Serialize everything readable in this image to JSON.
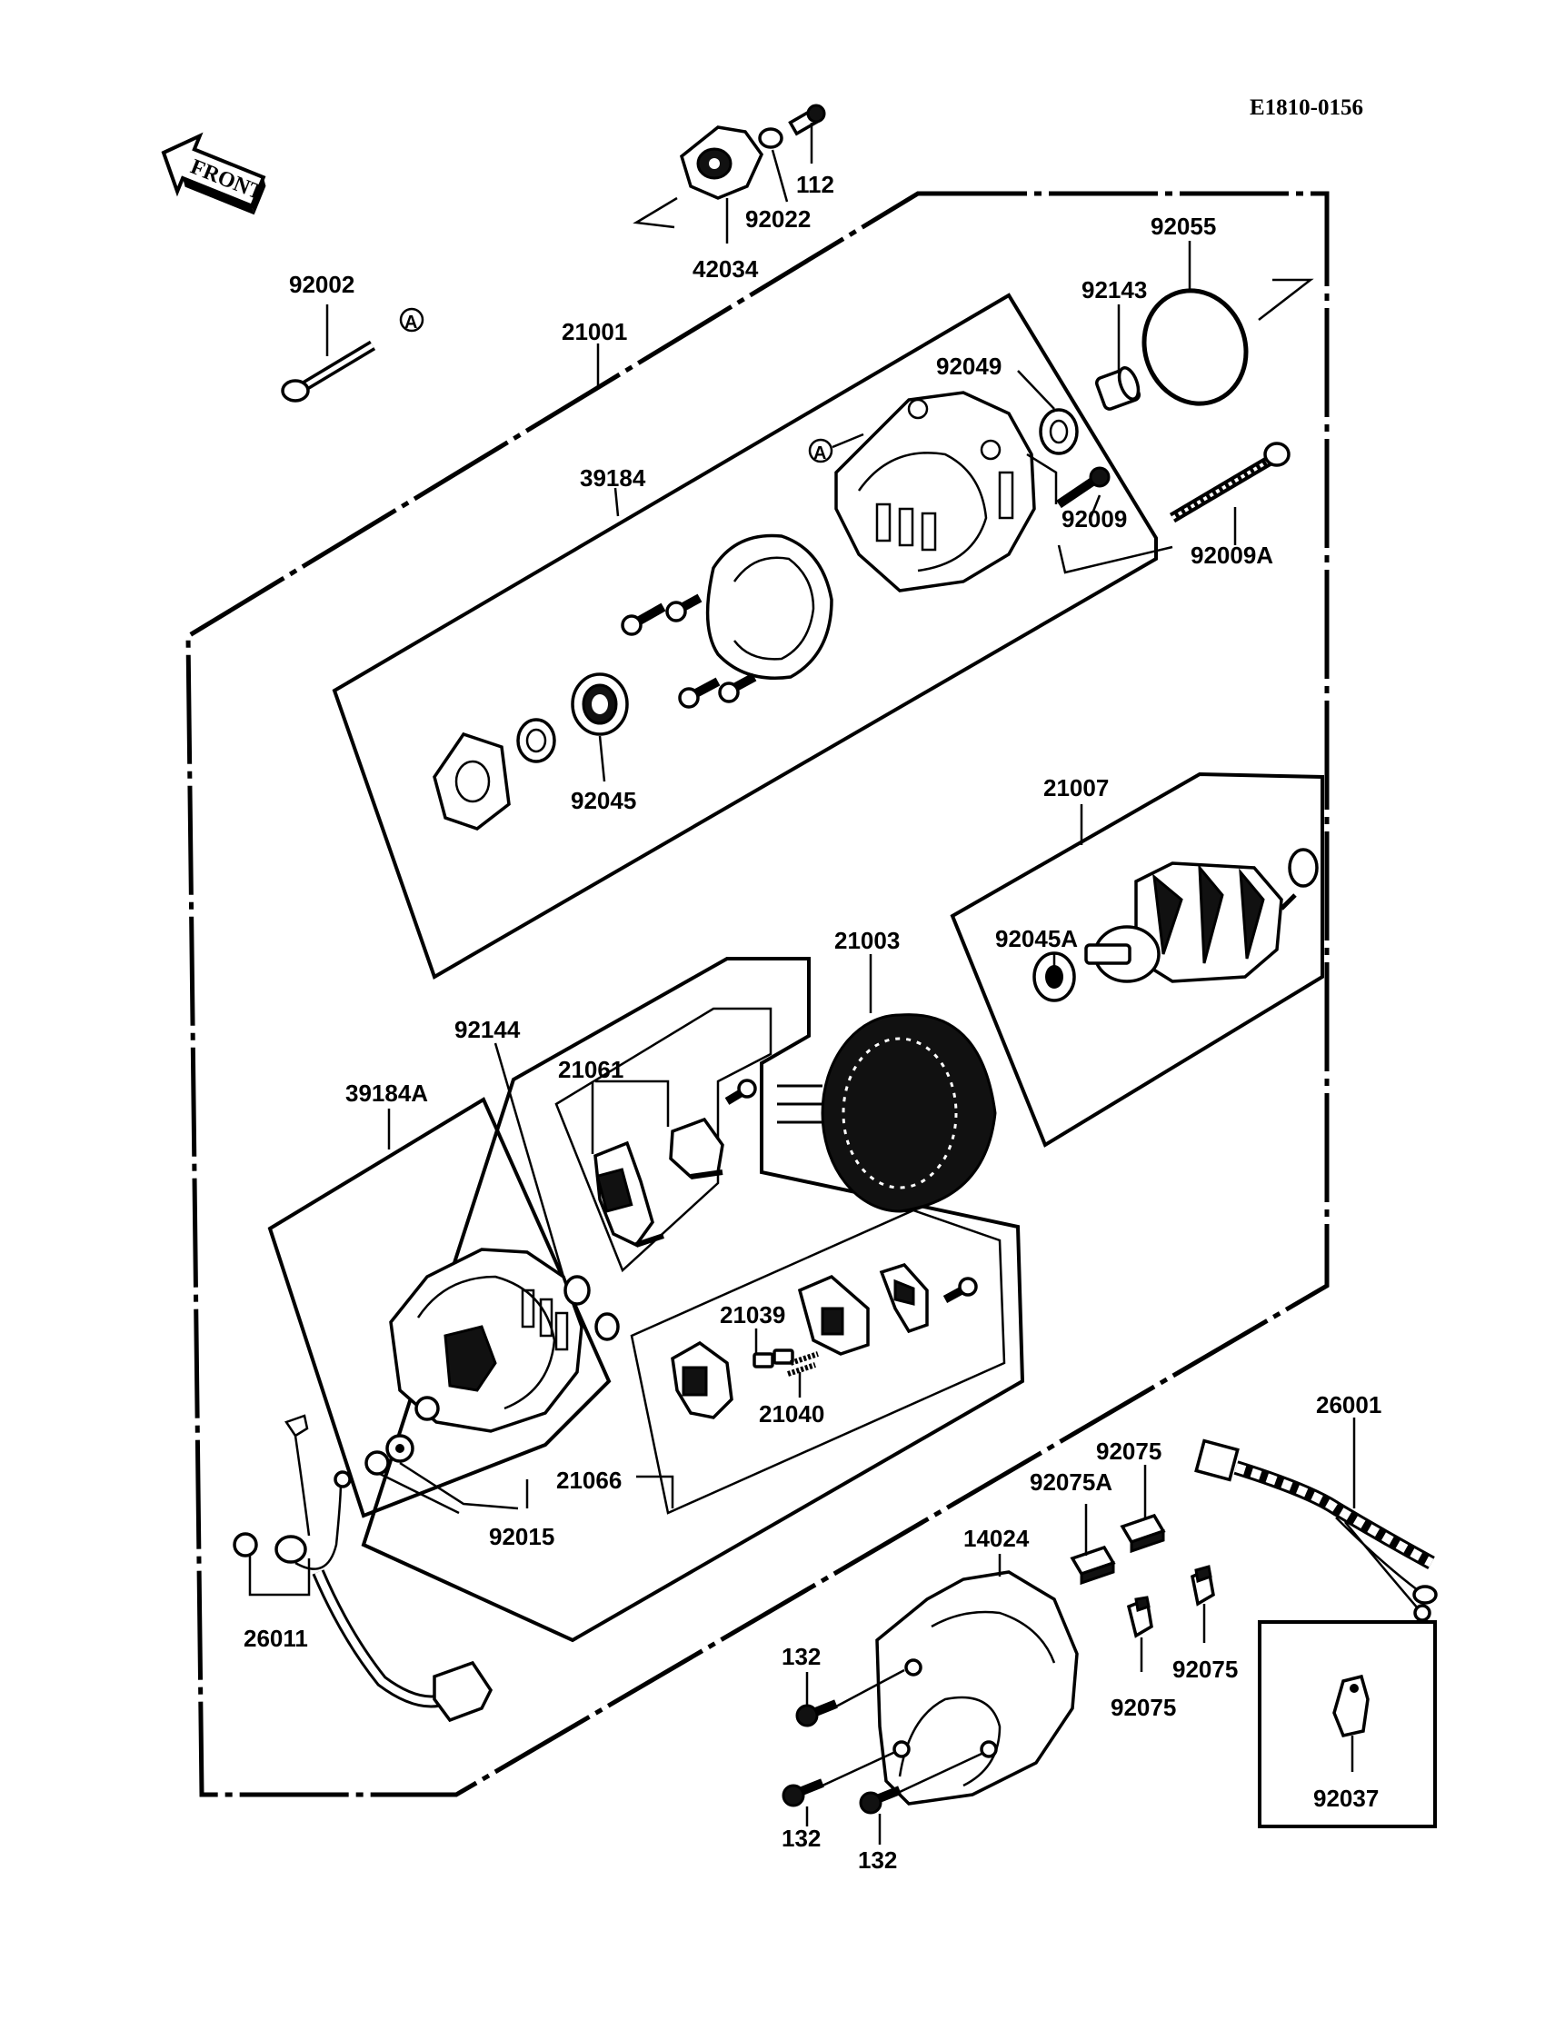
{
  "diagram": {
    "code": "E1810-0156",
    "front_label": "FRONT",
    "ref_mark": "A",
    "parts": [
      {
        "id": "p112",
        "number": "112"
      },
      {
        "id": "p92022",
        "number": "92022"
      },
      {
        "id": "p42034",
        "number": "42034"
      },
      {
        "id": "p92055",
        "number": "92055"
      },
      {
        "id": "p92143",
        "number": "92143"
      },
      {
        "id": "p92002",
        "number": "92002"
      },
      {
        "id": "p21001",
        "number": "21001"
      },
      {
        "id": "p92049",
        "number": "92049"
      },
      {
        "id": "p39184",
        "number": "39184"
      },
      {
        "id": "p92009",
        "number": "92009"
      },
      {
        "id": "p92009A",
        "number": "92009A"
      },
      {
        "id": "p92045",
        "number": "92045"
      },
      {
        "id": "p21007",
        "number": "21007"
      },
      {
        "id": "p21003",
        "number": "21003"
      },
      {
        "id": "p92045A",
        "number": "92045A"
      },
      {
        "id": "p92144",
        "number": "92144"
      },
      {
        "id": "p21061",
        "number": "21061"
      },
      {
        "id": "p39184A",
        "number": "39184A"
      },
      {
        "id": "p21039",
        "number": "21039"
      },
      {
        "id": "p21040",
        "number": "21040"
      },
      {
        "id": "p26001",
        "number": "26001"
      },
      {
        "id": "p92075a",
        "number": "92075"
      },
      {
        "id": "p92075A",
        "number": "92075A"
      },
      {
        "id": "p21066",
        "number": "21066"
      },
      {
        "id": "p92015",
        "number": "92015"
      },
      {
        "id": "p14024",
        "number": "14024"
      },
      {
        "id": "p26011",
        "number": "26011"
      },
      {
        "id": "p132a",
        "number": "132"
      },
      {
        "id": "p92075b",
        "number": "92075"
      },
      {
        "id": "p92075c",
        "number": "92075"
      },
      {
        "id": "p132b",
        "number": "132"
      },
      {
        "id": "p132c",
        "number": "132"
      },
      {
        "id": "p92037",
        "number": "92037"
      }
    ]
  }
}
